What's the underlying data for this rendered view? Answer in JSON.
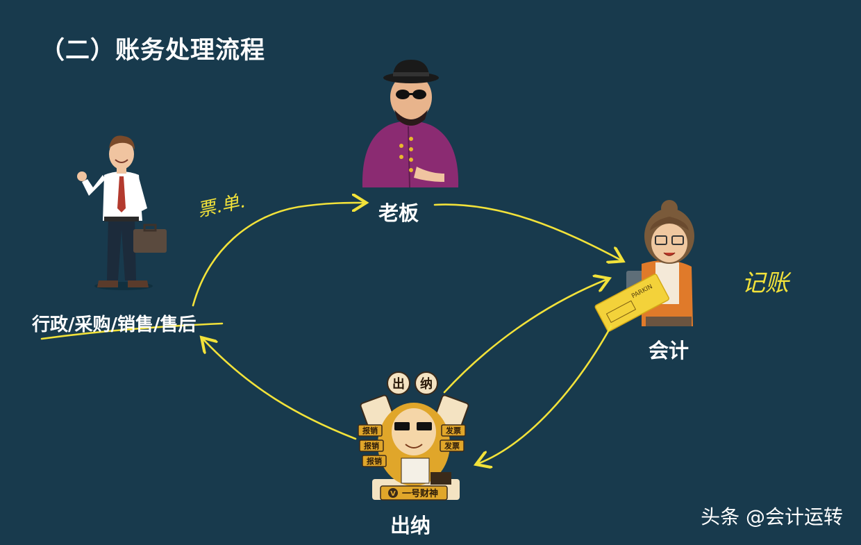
{
  "title": "（二）账务处理流程",
  "nodes": {
    "staff": "行政/采购/销售/售后",
    "boss": "老板",
    "accountant": "会计",
    "cashier": "出纳"
  },
  "annotations": {
    "documents": "票.单.",
    "bookkeeping": "记账"
  },
  "badges": {
    "cashier_head": [
      "出",
      "纳"
    ],
    "cashier_left": [
      "报销",
      "报销",
      "报销"
    ],
    "cashier_right": [
      "发票",
      "发票"
    ],
    "cashier_brand": "一号财神",
    "ticket": "PARKIN"
  },
  "watermark": "头条 @会计运转",
  "colors": {
    "background": "#183a4d",
    "arrow": "#f2e23a",
    "text": "#ffffff"
  }
}
